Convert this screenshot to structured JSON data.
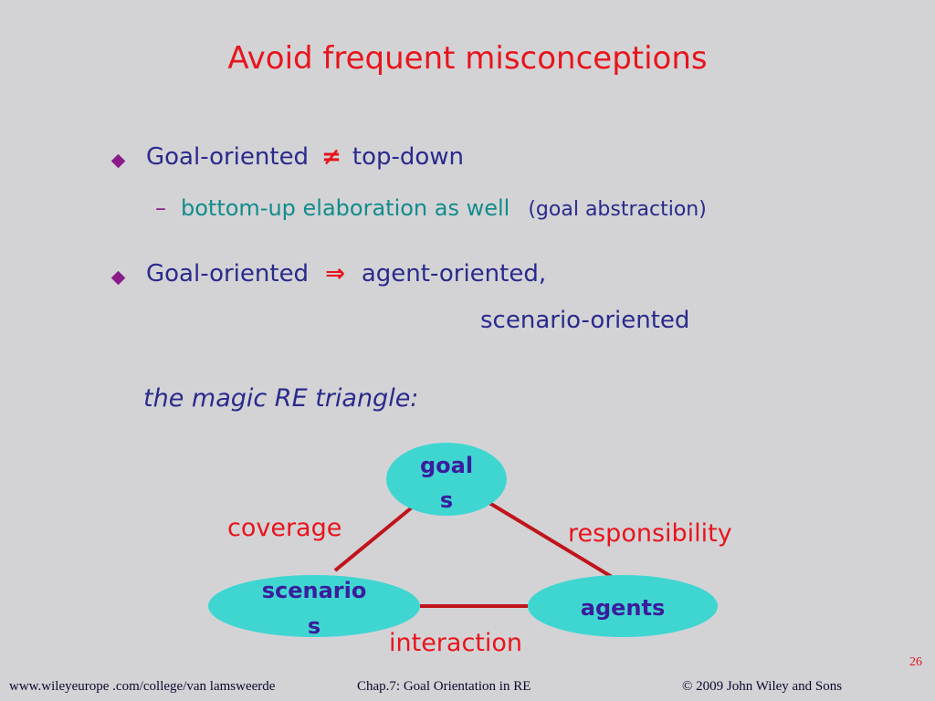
{
  "title": "Avoid frequent misconceptions",
  "bullets": [
    {
      "left": "Goal-oriented",
      "symbol": "≠",
      "right": "top-down",
      "sub": {
        "dash": "–",
        "text": "bottom-up elaboration as well",
        "paren": "(goal abstraction)"
      }
    },
    {
      "left": "Goal-oriented",
      "symbol": "⇒",
      "right": "agent-oriented,",
      "continuation": "scenario-oriented"
    }
  ],
  "triangle_label": "the magic RE triangle:",
  "diagram": {
    "nodes": {
      "goals": {
        "line1": "goal",
        "line2": "s"
      },
      "scenarios": {
        "line1": "scenario",
        "line2": "s"
      },
      "agents": {
        "line1": "agents"
      }
    },
    "edges": {
      "coverage": "coverage",
      "responsibility": "responsibility",
      "interaction": "interaction"
    },
    "colors": {
      "node_fill": "#3fd6d2",
      "edge": "#c0141c",
      "node_text": "#3b1c9c",
      "label": "#e8141c"
    }
  },
  "footer": {
    "url": "www.wileyeurope .com/college/van lamsweerde",
    "chapter": "Chap.7:  Goal Orientation in RE",
    "copyright": "©  2009 John Wiley and Sons"
  },
  "page_number": "26"
}
